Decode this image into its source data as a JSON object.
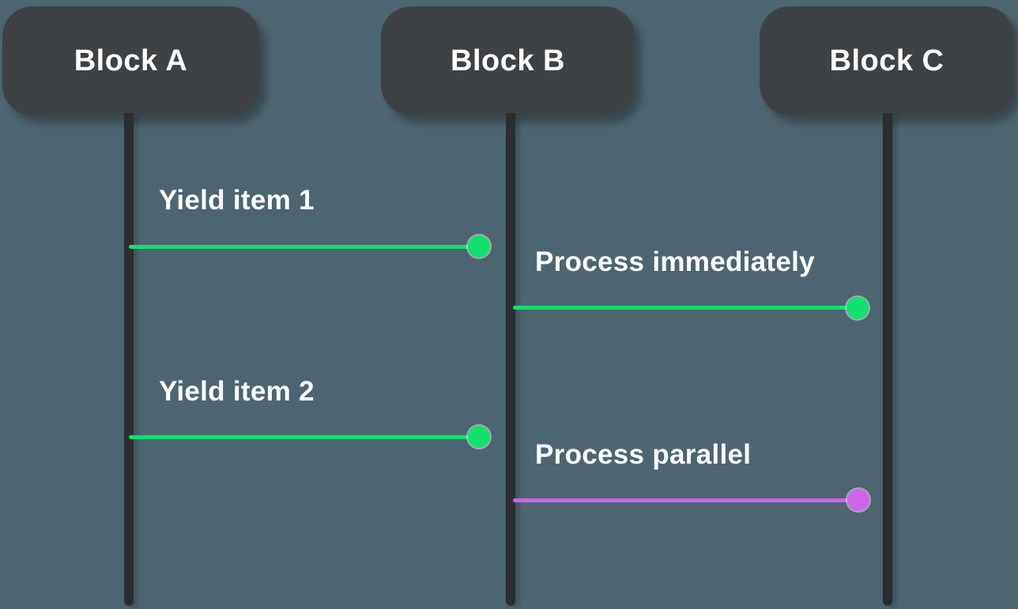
{
  "diagram": {
    "type": "sequence-diagram",
    "actors": [
      {
        "id": "A",
        "label": "Block A"
      },
      {
        "id": "B",
        "label": "Block B"
      },
      {
        "id": "C",
        "label": "Block C"
      }
    ],
    "messages": [
      {
        "label": "Yield item 1",
        "from": "Block A",
        "to": "Block B",
        "color": "#12e06d",
        "arrowhead": "dot"
      },
      {
        "label": "Process immediately",
        "from": "Block B",
        "to": "Block C",
        "color": "#12e06d",
        "arrowhead": "dot"
      },
      {
        "label": "Yield item 2",
        "from": "Block A",
        "to": "Block B",
        "color": "#12e06d",
        "arrowhead": "dot"
      },
      {
        "label": "Process parallel",
        "from": "Block B",
        "to": "Block C",
        "color": "#ce62eb",
        "arrowhead": "dot"
      }
    ],
    "colors": {
      "background": "#4d6570",
      "actor_fill": "#3f4245",
      "lifeline": "#2b2e30",
      "text": "#ffffff",
      "green": "#12e06d",
      "purple": "#ce62eb"
    }
  }
}
